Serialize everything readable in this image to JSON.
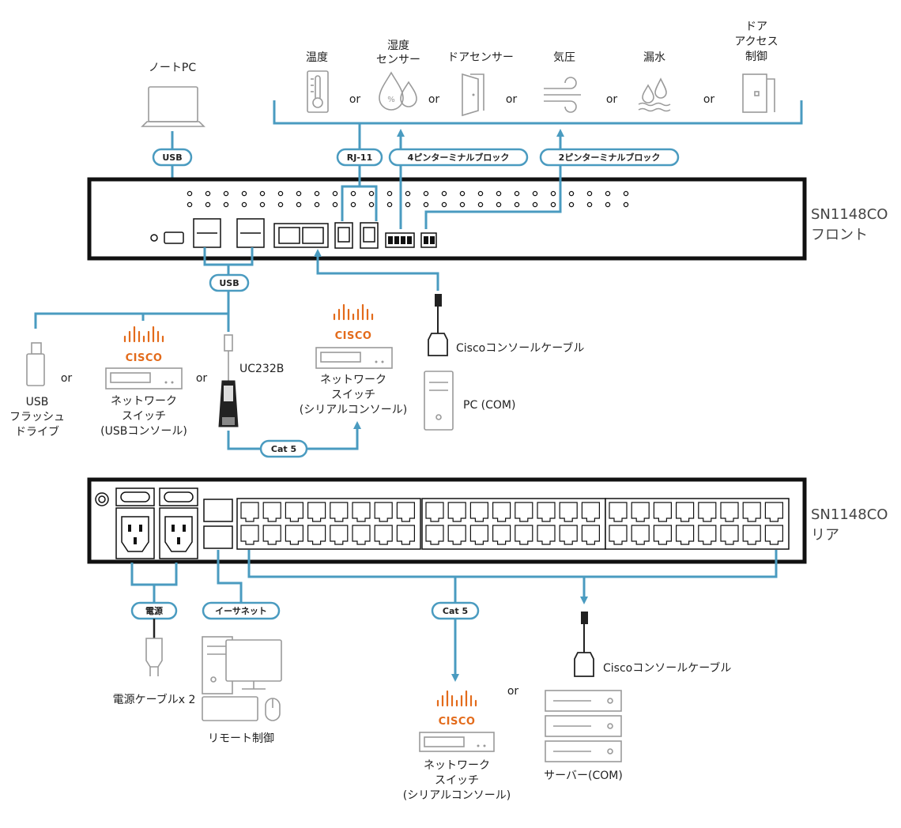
{
  "sensors": {
    "temperature": "温度",
    "humidity_1": "湿度",
    "humidity_2": "センサー",
    "door": "ドアセンサー",
    "pressure": "気圧",
    "water": "漏水",
    "door_access_1": "ドア",
    "door_access_2": "アクセス",
    "door_access_3": "制御"
  },
  "or_text": "or",
  "laptop_label": "ノートPC",
  "pills": {
    "usb_top": "USB",
    "rj11": "RJ-11",
    "pin4": "4ピンターミナルブロック",
    "pin2": "2ピンターミナルブロック",
    "usb_mid": "USB",
    "cat5_front": "Cat 5",
    "power": "電源",
    "ethernet": "イーサネット",
    "cat5_rear": "Cat 5"
  },
  "front_unit": {
    "model": "SN1148CO",
    "side": "フロント"
  },
  "rear_unit": {
    "model": "SN1148CO",
    "side": "リア"
  },
  "front_devices": {
    "usb_drive_1": "USB",
    "usb_drive_2": "フラッシュ",
    "usb_drive_3": "ドライブ",
    "switch_usb_1": "ネットワーク",
    "switch_usb_2": "スイッチ",
    "switch_usb_3": "(USBコンソール)",
    "uc232b": "UC232B",
    "switch_serial_1": "ネットワーク",
    "switch_serial_2": "スイッチ",
    "switch_serial_3": "(シリアルコンソール)",
    "cisco_cable": "Ciscoコンソールケーブル",
    "pc_com": "PC (COM)"
  },
  "rear_devices": {
    "power_cable": "電源ケーブルx 2",
    "remote": "リモート制御",
    "switch_1": "ネットワーク",
    "switch_2": "スイッチ",
    "switch_3": "(シリアルコンソール)",
    "cisco_cable": "Ciscoコンソールケーブル",
    "server": "サーバー(COM)"
  },
  "cisco_brand": "CISCO",
  "colors": {
    "cable": "#4a9bc0",
    "cisco": "#e36b1b",
    "device_outline": "#9a9a9a",
    "unit": "#111111"
  }
}
